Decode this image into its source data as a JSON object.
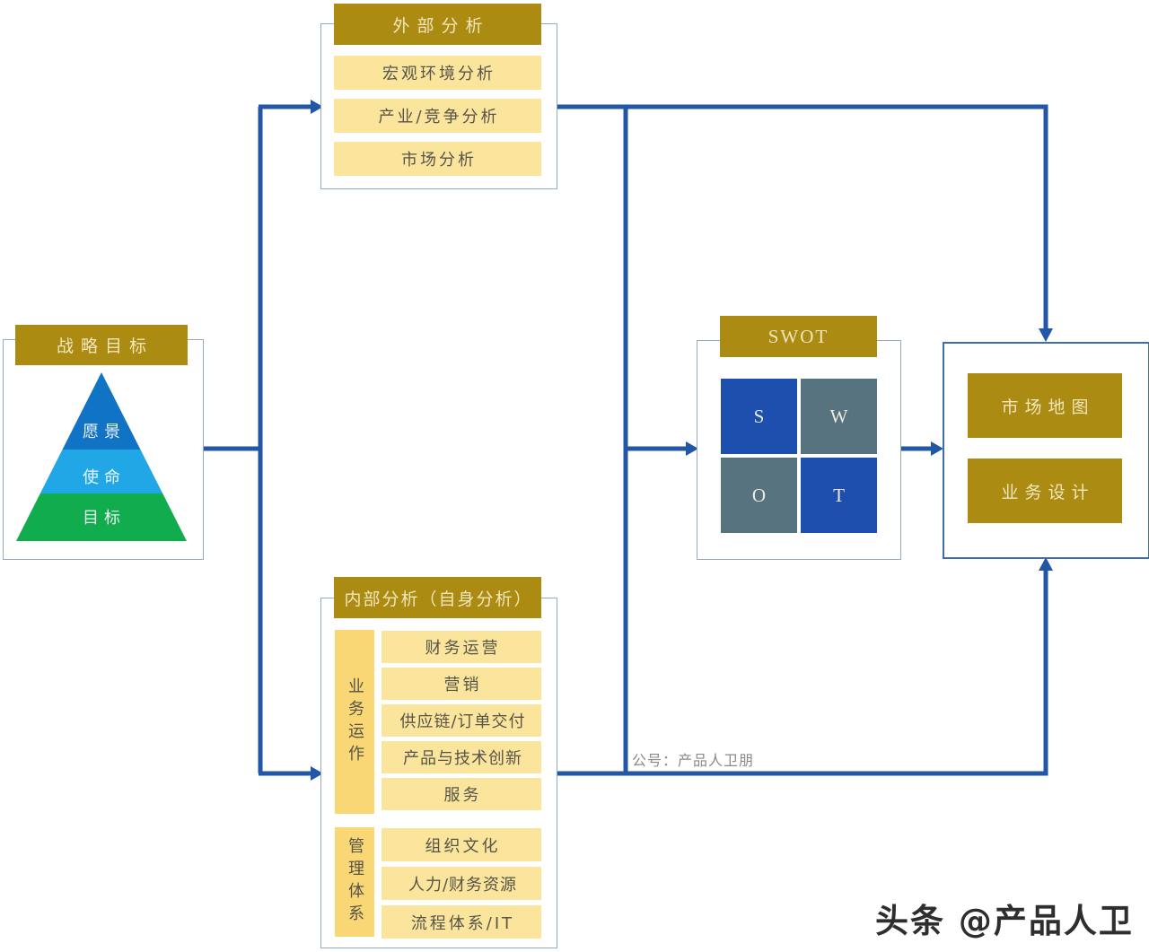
{
  "colors": {
    "gold": "#AC8B12",
    "light_yellow": "#FBE59C",
    "mid_yellow": "#F8D774",
    "arrow_blue": "#2256A7",
    "swot_blue": "#1D4FAE",
    "swot_slate": "#56737F",
    "pyramid_vision_blue": "#1173C4",
    "pyramid_mission_blue": "#21A7E5",
    "pyramid_goal_green": "#10AC4E"
  },
  "strategic_goals": {
    "title": "战略目标",
    "pyramid": [
      {
        "label": "愿景"
      },
      {
        "label": "使命"
      },
      {
        "label": "目标"
      }
    ]
  },
  "external_analysis": {
    "title": "外部分析",
    "items": [
      "宏观环境分析",
      "产业/竞争分析",
      "市场分析"
    ]
  },
  "internal_analysis": {
    "title": "内部分析（自身分析）",
    "groups": [
      {
        "label": "业务运作",
        "items": [
          "财务运营",
          "营销",
          "供应链/订单交付",
          "产品与技术创新",
          "服务"
        ]
      },
      {
        "label": "管理体系",
        "items": [
          "组织文化",
          "人力/财务资源",
          "流程体系/IT"
        ]
      }
    ]
  },
  "swot": {
    "title": "SWOT",
    "quadrants": [
      {
        "label": "S"
      },
      {
        "label": "W"
      },
      {
        "label": "O"
      },
      {
        "label": "T"
      }
    ]
  },
  "output_box": {
    "items": [
      "市场地图",
      "业务设计"
    ]
  },
  "captions": {
    "channel_note": "公号：产品人卫朋",
    "watermark": "头条 @产品人卫朋"
  }
}
